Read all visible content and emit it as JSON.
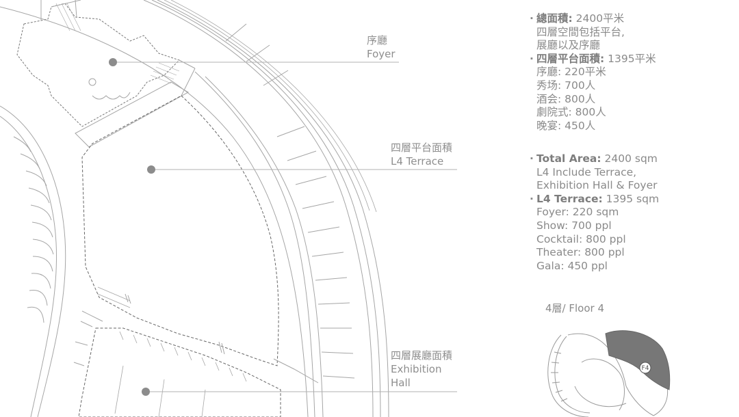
{
  "callouts": [
    {
      "zh": "序廳",
      "en": "Foyer"
    },
    {
      "zh": "四層平台面積",
      "en": "L4 Terrace"
    },
    {
      "zh": "四層展廳面積",
      "en1": "Exhibition",
      "en2": "Hall"
    }
  ],
  "stats_zh": {
    "total_label": "總面積:",
    "total_value": "2400平米",
    "include_line1": "四層空間包括平台,",
    "include_line2": "展廳以及序廳",
    "terrace_label": "四層平台面積:",
    "terrace_value": "1395平米",
    "lines": [
      "序廳: 220平米",
      "秀场: 700人",
      "酒会: 800人",
      "劇院式: 800人",
      "晚宴: 450人"
    ]
  },
  "stats_en": {
    "total_label": "Total Area:",
    "total_value": "2400 sqm",
    "include_line1": "L4 Include Terrace,",
    "include_line2": "Exhibition Hall & Foyer",
    "terrace_label": "L4 Terrace:",
    "terrace_value": "1395 sqm",
    "lines": [
      "Foyer: 220 sqm",
      "Show: 700 ppl",
      "Cocktail: 800 ppl",
      "Theater: 800 ppl",
      "Gala: 450 ppl"
    ]
  },
  "floor_label": "4層/ Floor 4",
  "badge": "F4",
  "colors": {
    "line": "#9a9a9a",
    "text": "#8a8a8a",
    "dot": "#8c8c8c",
    "highlight": "#777777"
  }
}
